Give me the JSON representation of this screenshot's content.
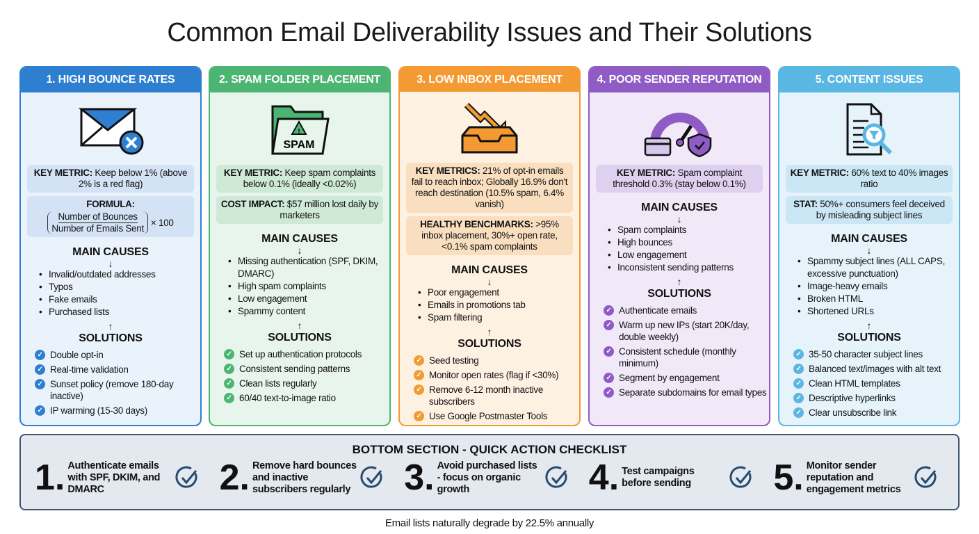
{
  "title": "Common Email Deliverability Issues and Their Solutions",
  "cards": [
    {
      "title": "1. HIGH BOUNCE RATES",
      "icon": "envelope-x-icon",
      "color": "#2f7fd1",
      "bg": "#eaf2fb",
      "box": "#d3e3f5",
      "metrics": [
        {
          "label": "KEY METRIC:",
          "text": "Keep below 1% (above 2% is a red flag)"
        }
      ],
      "formula": {
        "label": "FORMULA:",
        "numerator": "Number of Bounces",
        "denominator": "Number of Emails Sent",
        "multiplier": "× 100"
      },
      "causes_label": "MAIN CAUSES",
      "causes": [
        "Invalid/outdated addresses",
        "Typos",
        "Fake emails",
        "Purchased lists"
      ],
      "solutions_label": "SOLUTIONS",
      "solutions": [
        "Double opt-in",
        "Real-time validation",
        "Sunset policy (remove 180-day inactive)",
        "IP warming (15-30 days)"
      ]
    },
    {
      "title": "2. SPAM FOLDER PLACEMENT",
      "icon": "spam-folder-icon",
      "color": "#4cb572",
      "bg": "#e8f5ec",
      "box": "#cfe9d7",
      "icon_text": "SPAM",
      "metrics": [
        {
          "label": "KEY METRIC:",
          "text": "Keep spam complaints below 0.1% (ideally <0.02%)"
        },
        {
          "label": "COST IMPACT:",
          "text": "$57 million lost daily by marketers"
        }
      ],
      "causes_label": "MAIN CAUSES",
      "causes": [
        "Missing authentication (SPF, DKIM, DMARC)",
        "High spam complaints",
        "Low engagement",
        "Spammy content"
      ],
      "solutions_label": "SOLUTIONS",
      "solutions": [
        "Set up authentication protocols",
        "Consistent sending patterns",
        "Clean lists regularly",
        "60/40 text-to-image ratio"
      ]
    },
    {
      "title": "3. LOW INBOX PLACEMENT",
      "icon": "inbox-down-arrow-icon",
      "color": "#f39a33",
      "bg": "#fdf1e2",
      "box": "#f9dfc0",
      "metrics": [
        {
          "label": "KEY METRICS:",
          "text": "21% of opt-in emails fail to reach inbox; Globally 16.9% don't reach destination (10.5% spam, 6.4% vanish)"
        },
        {
          "label": "HEALTHY BENCHMARKS:",
          "text": ">95% inbox placement, 30%+ open rate, <0.1% spam complaints"
        }
      ],
      "causes_label": "MAIN CAUSES",
      "causes": [
        "Poor engagement",
        "Emails in promotions tab",
        "Spam filtering"
      ],
      "solutions_label": "SOLUTIONS",
      "solutions": [
        "Seed testing",
        "Monitor open rates (flag if <30%)",
        "Remove 6-12 month inactive subscribers",
        "Use Google Postmaster Tools"
      ]
    },
    {
      "title": "4. POOR SENDER REPUTATION",
      "icon": "reputation-gauge-shield-icon",
      "color": "#8e5cc4",
      "bg": "#f1e9f8",
      "box": "#e0d0ef",
      "metrics": [
        {
          "label": "KEY METRIC:",
          "text": "Spam complaint threshold 0.3% (stay below 0.1%)"
        }
      ],
      "causes_label": "MAIN CAUSES",
      "causes": [
        "Spam complaints",
        "High bounces",
        "Low engagement",
        "Inconsistent sending patterns"
      ],
      "solutions_label": "SOLUTIONS",
      "solutions": [
        "Authenticate emails",
        "Warm up new IPs (start 20K/day, double weekly)",
        "Consistent schedule (monthly minimum)",
        "Segment by engagement",
        "Separate subdomains for email types"
      ]
    },
    {
      "title": "5. CONTENT ISSUES",
      "icon": "document-search-filter-icon",
      "color": "#5ab6e2",
      "bg": "#e6f3fb",
      "box": "#cbe6f5",
      "metrics": [
        {
          "label": "KEY METRIC:",
          "text": "60% text to 40% images ratio"
        },
        {
          "label": "STAT:",
          "text": "50%+ consumers feel deceived by misleading subject lines"
        }
      ],
      "causes_label": "MAIN CAUSES",
      "causes": [
        "Spammy subject lines (ALL CAPS, excessive punctuation)",
        "Image-heavy emails",
        "Broken HTML",
        "Shortened URLs"
      ],
      "solutions_label": "SOLUTIONS",
      "solutions": [
        "35-50 character subject lines",
        "Balanced text/images with alt text",
        "Clean HTML templates",
        "Descriptive hyperlinks",
        "Clear unsubscribe link"
      ]
    }
  ],
  "checklist": {
    "title": "BOTTOM SECTION - QUICK ACTION CHECKLIST",
    "items": [
      {
        "num": "1.",
        "text": "Authenticate emails with SPF, DKIM, and DMARC"
      },
      {
        "num": "2.",
        "text": "Remove hard bounces and inactive subscribers regularly"
      },
      {
        "num": "3.",
        "text": "Avoid purchased lists - focus on organic growth"
      },
      {
        "num": "4.",
        "text": "Test campaigns before sending"
      },
      {
        "num": "5.",
        "text": "Monitor sender reputation and engagement metrics"
      }
    ]
  },
  "footer": "Email lists naturally degrade by 22.5% annually"
}
